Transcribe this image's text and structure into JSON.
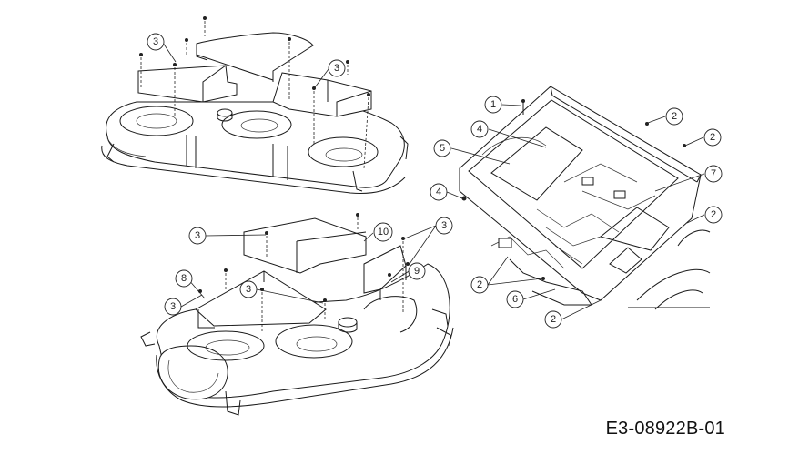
{
  "drawing": {
    "type": "exploded parts diagram",
    "id_label": "E3-08922B-01",
    "views": [
      {
        "name": "mower-deck-upper-left",
        "callouts": [
          "3",
          "3"
        ]
      },
      {
        "name": "mower-deck-lower-left",
        "callouts": [
          "3",
          "10",
          "3",
          "8",
          "9",
          "3",
          "3"
        ]
      },
      {
        "name": "chassis-frame-right",
        "callouts": [
          "1",
          "2",
          "4",
          "2",
          "5",
          "7",
          "4",
          "2",
          "2",
          "6",
          "2"
        ]
      }
    ]
  },
  "callouts": [
    {
      "label": "3"
    },
    {
      "label": "3"
    },
    {
      "label": "1"
    },
    {
      "label": "2"
    },
    {
      "label": "4"
    },
    {
      "label": "2"
    },
    {
      "label": "5"
    },
    {
      "label": "7"
    },
    {
      "label": "4"
    },
    {
      "label": "2"
    },
    {
      "label": "3"
    },
    {
      "label": "10"
    },
    {
      "label": "3"
    },
    {
      "label": "8"
    },
    {
      "label": "9"
    },
    {
      "label": "3"
    },
    {
      "label": "3"
    },
    {
      "label": "2"
    },
    {
      "label": "6"
    },
    {
      "label": "2"
    }
  ]
}
